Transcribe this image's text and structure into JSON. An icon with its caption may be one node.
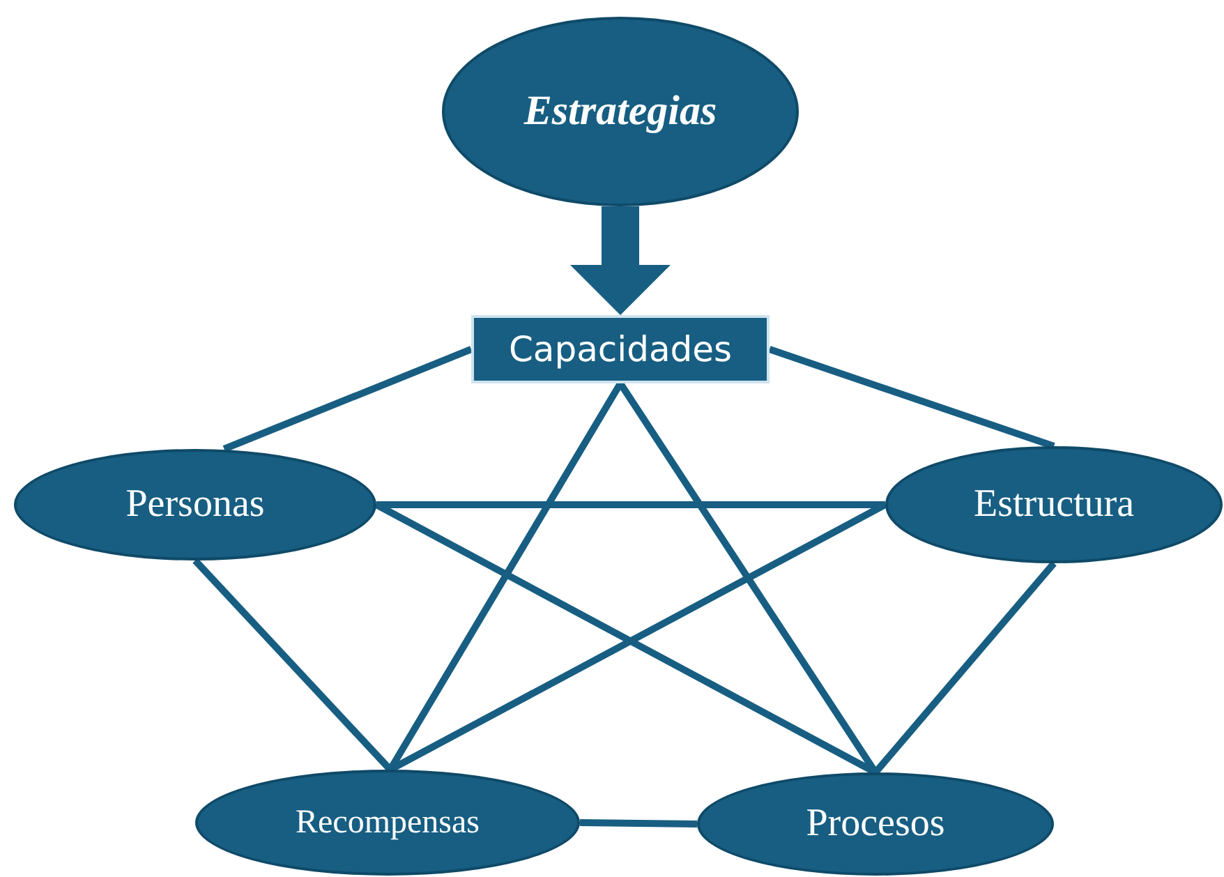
{
  "diagram": {
    "nodes": [
      {
        "text": [
          "Estrategias"
        ]
      },
      {
        "text": [
          "Capacidades"
        ]
      },
      {
        "text": [
          "Personas"
        ]
      },
      {
        "text": [
          "Estructura"
        ]
      },
      {
        "text": [
          "Recompensas"
        ]
      },
      {
        "text": [
          "Procesos"
        ]
      }
    ],
    "edges": [
      {
        "from": 0,
        "to": 1,
        "arrow": "to",
        "style": "thick"
      },
      {
        "from": 1,
        "to": 2,
        "arrow": "none"
      },
      {
        "from": 1,
        "to": 3,
        "arrow": "none"
      },
      {
        "from": 1,
        "to": 4,
        "arrow": "none"
      },
      {
        "from": 1,
        "to": 5,
        "arrow": "none"
      },
      {
        "from": 2,
        "to": 3,
        "arrow": "none"
      },
      {
        "from": 2,
        "to": 5,
        "arrow": "none"
      },
      {
        "from": 2,
        "to": 4,
        "arrow": "none"
      },
      {
        "from": 3,
        "to": 4,
        "arrow": "none"
      },
      {
        "from": 3,
        "to": 5,
        "arrow": "none"
      },
      {
        "from": 4,
        "to": 5,
        "arrow": "none"
      }
    ]
  }
}
